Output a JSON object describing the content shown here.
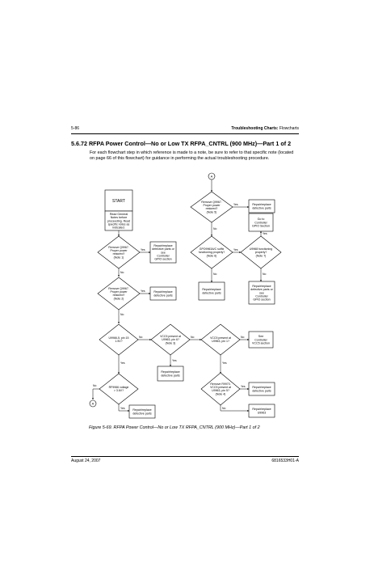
{
  "header": {
    "page_number": "5-86",
    "section_bold": "Troubleshooting Charts:",
    "section_rest": " Flowcharts"
  },
  "section": {
    "title": "5.6.72  RFPA Power Control—No or Low TX RFPA_CNTRL (900 MHz)—Part 1 of 2",
    "intro": "For each flowchart step in which reference is made to a note, be sure to refer to that specific note (located on page 66 of this flowchart) for guidance in performing the actual troubleshooting procedure."
  },
  "flowchart": {
    "start": "START",
    "connector": "A",
    "yes": "Yes",
    "no": "No",
    "read_notes": [
      "Read General",
      "Notes before",
      "proceeding. Read",
      "specific notes as",
      "indicated."
    ],
    "d1": [
      "Remove Q9967.",
      "Proper power",
      "restored?",
      "(Note 1)"
    ],
    "r1": [
      "Repair/replace",
      "defective parts or",
      "see",
      "Controller",
      "GPIO section"
    ],
    "d2": [
      "Remove Q9967.",
      "Proper power",
      "restored?",
      "(Note 2)"
    ],
    "r2": [
      "Repair/replace",
      "defective parts"
    ],
    "d3": [
      "U9966-5, pin 15",
      "1.5V?"
    ],
    "d4": [
      "VCC5 present at",
      "U9963, pin 6?",
      "(Note 3)"
    ],
    "r4": [
      "Repair/replace",
      "defective parts"
    ],
    "d5": [
      "VCC5 present at",
      "U9963, pin 1?"
    ],
    "r5": [
      "See",
      "Controller",
      "VCC5 section"
    ],
    "d6": [
      "RF9966 voltage",
      "> 3.6V?"
    ],
    "r6": [
      "Repair/replace",
      "defective parts"
    ],
    "d7": [
      "Remove R9970.",
      "VCC5 present at",
      "U9963, pin 5?",
      "(Note 4)"
    ],
    "r7": [
      "Repair/replace",
      "defective parts"
    ],
    "r8": [
      "Repair/replace",
      "U9963"
    ],
    "rd1": [
      "Remove Q9967.",
      "Proper power",
      "restored?",
      "(Note 5)"
    ],
    "rr1": [
      "Repair/replace",
      "defective parts"
    ],
    "rd2": [
      "GPO9963A/C suffix",
      "functioning properly?",
      "(Note 6)"
    ],
    "rr2": [
      "Go to",
      "Controller",
      "GPIO Section"
    ],
    "rd3": [
      "U9968 functioning",
      "properly?",
      "(Note 7)"
    ],
    "rr3": [
      "Repair/replace",
      "defective parts"
    ],
    "rr4": [
      "Repair/replace",
      "defective parts or",
      "see",
      "Controller",
      "GPIO section"
    ]
  },
  "caption": "Figure 5-69.  RFPA Power Control—No or Low TX RFPA_CNTRL (900 MHz)—Part 1 of 2",
  "footer": {
    "date": "August 24, 2007",
    "doc_number": "6816533H01-A"
  }
}
